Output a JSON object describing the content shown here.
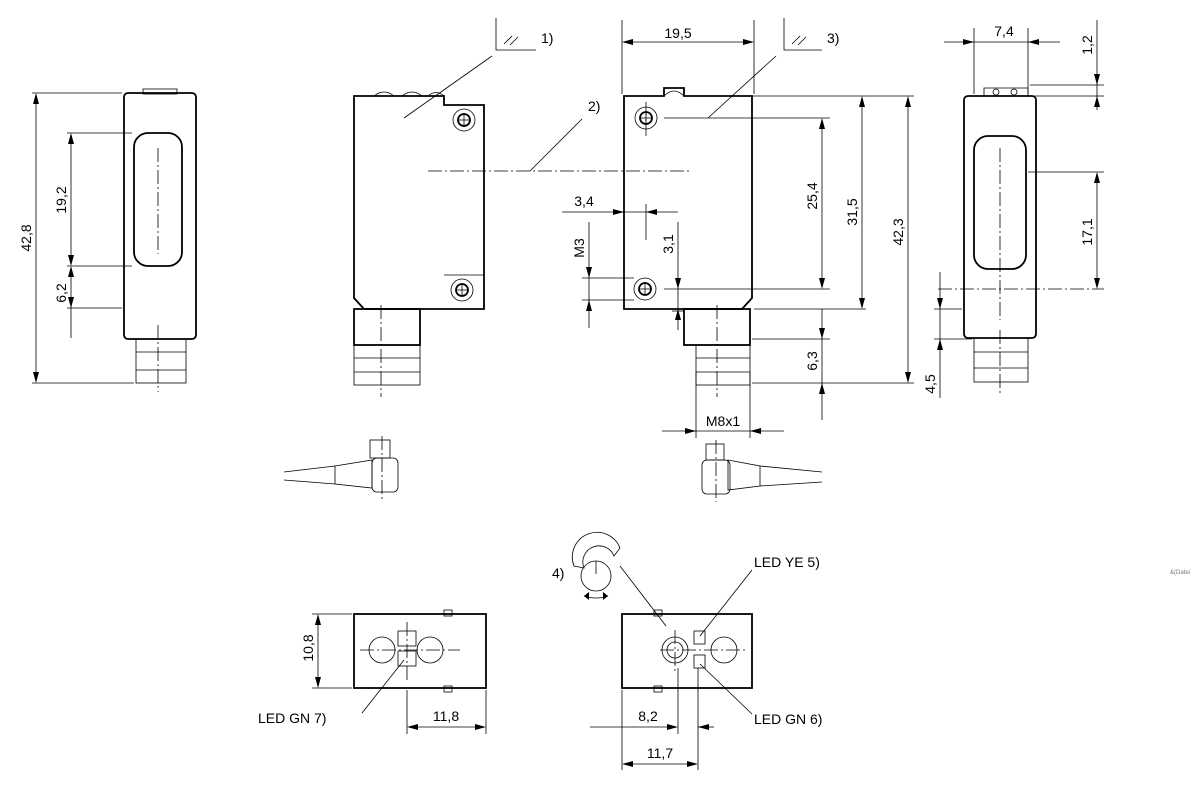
{
  "dimensions": {
    "d42_8": "42,8",
    "d19_2": "19,2",
    "d6_2": "6,2",
    "d19_5": "19,5",
    "d3_4": "3,4",
    "m3": "M3",
    "d3_1": "3,1",
    "d25_4": "25,4",
    "d31_5": "31,5",
    "d42_3": "42,3",
    "d6_3": "6,3",
    "m8x1": "M8x1",
    "d7_4": "7,4",
    "d1_2": "1,2",
    "d17_1": "17,1",
    "d4_5": "4,5",
    "d10_8": "10,8",
    "d11_8": "11,8",
    "d8_2": "8,2",
    "d11_7": "11,7"
  },
  "callouts": {
    "c1": "1)",
    "c2": "2)",
    "c3": "3)",
    "c4": "4)",
    "led_ye": "LED YE 5)",
    "led_gn6": "LED GN 6)",
    "led_gn7": "LED GN 7)"
  },
  "corner_note": "&(Datei"
}
